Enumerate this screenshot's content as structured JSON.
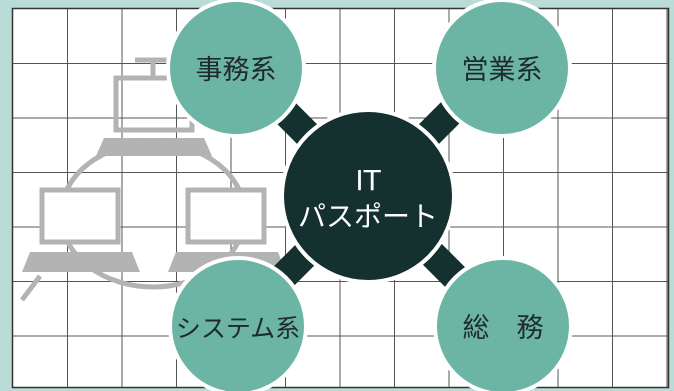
{
  "center": {
    "line1": "IT",
    "line2": "パスポート"
  },
  "nodes": [
    {
      "id": "jimu",
      "label": "事務系"
    },
    {
      "id": "eigyo",
      "label": "営業系"
    },
    {
      "id": "system",
      "label": "システム系"
    },
    {
      "id": "somu",
      "label": "総　務"
    }
  ],
  "colors": {
    "frame": "#b9dcd7",
    "grid": "#4a4a4a",
    "bubble": "#6cb5a4",
    "center": "#14302f",
    "illustration": "#b3b3b3"
  }
}
